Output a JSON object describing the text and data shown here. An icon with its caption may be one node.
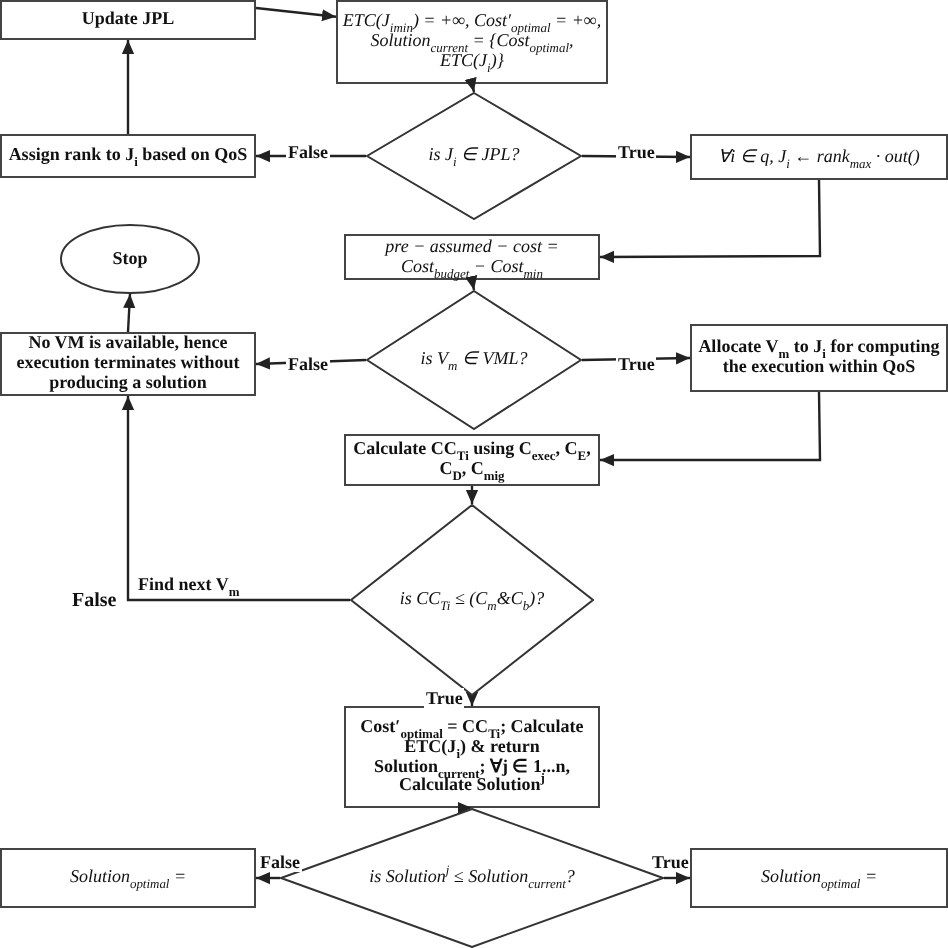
{
  "diagram": {
    "nodes": [
      {
        "text": [
          "Update JPL"
        ]
      },
      {
        "text": [
          "ETC(J$_{imin}$) = +∞, Cost′$_{optimal}$ = +∞, Solution$_{current}$ = {Cost$_{optimal}$, ETC(J$_{i}$)}"
        ]
      },
      {
        "text": [
          "Assign rank to J$_{i}$ based on QoS"
        ]
      },
      {
        "text": [
          "is J$_{i}$ ∈ JPL?"
        ]
      },
      {
        "text": [
          "∀i ∈ q, J$_{i}$ ← rank$_{max}$ · out()"
        ]
      },
      {
        "text": [
          "Stop"
        ]
      },
      {
        "text": [
          "pre − assumed − cost = Cost$_{budget}$ − Cost$_{min}$"
        ]
      },
      {
        "text": [
          "is V$_{m}$ ∈ VML?"
        ]
      },
      {
        "text": [
          "No VM is available, hence execution terminates without producing a solution"
        ]
      },
      {
        "text": [
          "Allocate V$_{m}$ to J$_{i}$ for computing the execution within QoS"
        ]
      },
      {
        "text": [
          "Calculate CC$_{Ti}$ using C$_{exec}$, C$_{E}$, C$_{D}$, C$_{mig}$"
        ]
      },
      {
        "text": [
          "is CC$_{Ti}$ ≤ (C$_{m}$&C$_{b}$)?"
        ]
      },
      {
        "text": [
          "Cost′$_{optimal}$ = CC$_{Ti}$; Calculate ETC(J$_{i}$) & return Solution$_{current}$; ∀j ∈ 1...n, Calculate Solution$^{j}$"
        ]
      },
      {
        "text": [
          "is Solution$^{j}$ ≤ Solution$_{current}$?"
        ]
      },
      {
        "text": [
          "Solution$_{optimal}$ ="
        ]
      },
      {
        "text": [
          "Solution$_{optimal}$ ="
        ]
      }
    ],
    "edges": [
      {
        "from": 1,
        "to": 3,
        "arrow": "to"
      },
      {
        "from": 3,
        "to": 2,
        "arrow": "to",
        "label": "False"
      },
      {
        "from": 2,
        "to": 0,
        "arrow": "to"
      },
      {
        "from": 0,
        "to": 1,
        "arrow": "to"
      },
      {
        "from": 3,
        "to": 4,
        "arrow": "to",
        "label": "True"
      },
      {
        "from": 4,
        "to": 6,
        "arrow": "to"
      },
      {
        "from": 6,
        "to": 7,
        "arrow": "to"
      },
      {
        "from": 7,
        "to": 8,
        "arrow": "to",
        "label": "False"
      },
      {
        "from": 7,
        "to": 9,
        "arrow": "to",
        "label": "True"
      },
      {
        "from": 8,
        "to": 5,
        "arrow": "to"
      },
      {
        "from": 9,
        "to": 10,
        "arrow": "to"
      },
      {
        "from": 10,
        "to": 11,
        "arrow": "to"
      },
      {
        "from": 11,
        "to": 8,
        "arrow": "to",
        "label": "Find next V$_{m}$"
      },
      {
        "from": 11,
        "to": 12,
        "arrow": "to",
        "label": "True"
      },
      {
        "from": 12,
        "to": 13,
        "arrow": "to"
      },
      {
        "from": 13,
        "to": 14,
        "arrow": "to",
        "label": "False"
      },
      {
        "from": 13,
        "to": 15,
        "arrow": "to",
        "label": "True"
      }
    ],
    "labels": [
      "False"
    ]
  }
}
